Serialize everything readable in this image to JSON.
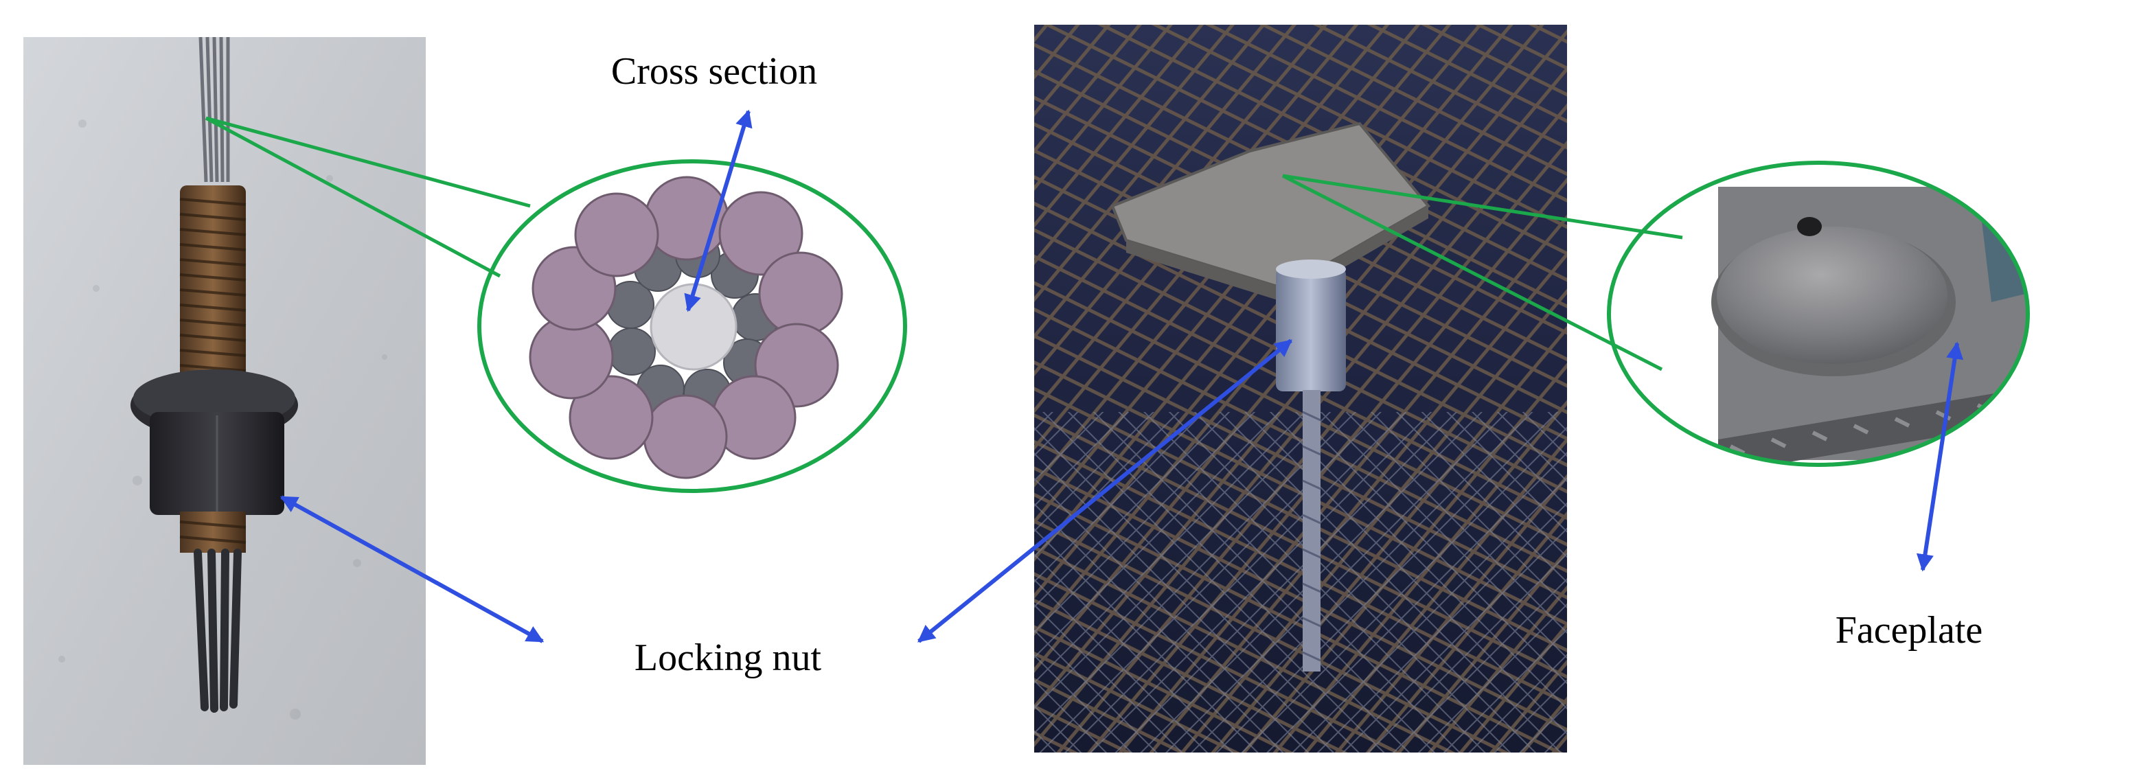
{
  "labels": {
    "cross_section": "Cross section",
    "locking_nut": "Locking nut",
    "faceplate": "Faceplate"
  },
  "colors": {
    "leader_green": "#1aa84a",
    "arrow_blue": "#2f4fe0",
    "strand_purple": "#a38aa3",
    "strand_core": "#d8d8dc",
    "wire_gray": "#6c6e78",
    "concrete": "#c9ccd0",
    "mine_dark": "#1c2440"
  },
  "images": {
    "left": "cable-bolt-with-locking-nut-photo",
    "inset_cross": "cable-cross-section-drawing",
    "center": "installed-cable-bolt-under-mesh-photo",
    "inset_faceplate": "domed-faceplate-photo"
  }
}
